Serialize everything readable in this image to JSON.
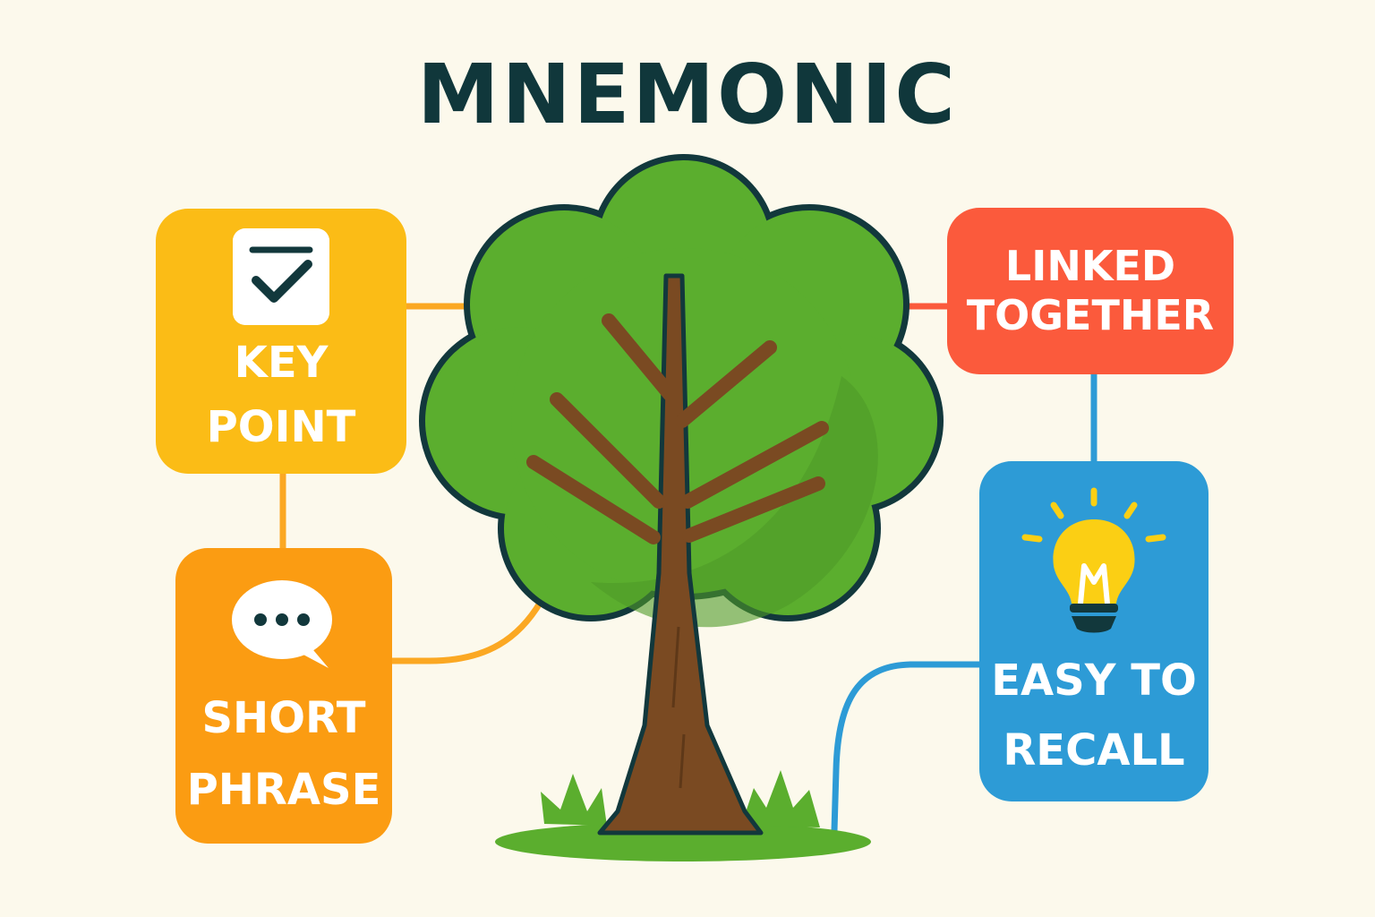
{
  "title": "MNEMONIC",
  "nodes": {
    "key_point": {
      "label_line1": "KEY",
      "label_line2": "POINT",
      "icon": "checkbox-icon"
    },
    "short_phrase": {
      "label_line1": "SHORT",
      "label_line2": "PHRASE",
      "icon": "speech-bubble-icon"
    },
    "linked_together": {
      "label_line1": "LINKED",
      "label_line2": "TOGETHER"
    },
    "easy_to_recall": {
      "label_line1": "EASY TO",
      "label_line2": "RECALL",
      "icon": "lightbulb-icon"
    }
  },
  "center": {
    "icon": "tree-icon"
  },
  "colors": {
    "background": "#fcf9ec",
    "title": "#10373b",
    "key_point": "#fbbc16",
    "short_phrase": "#fb9c12",
    "linked_together": "#fb5a3c",
    "easy_to_recall": "#2d9bd6",
    "foliage": "#5bae2e",
    "trunk": "#7a4a22",
    "outline": "#12383c"
  }
}
